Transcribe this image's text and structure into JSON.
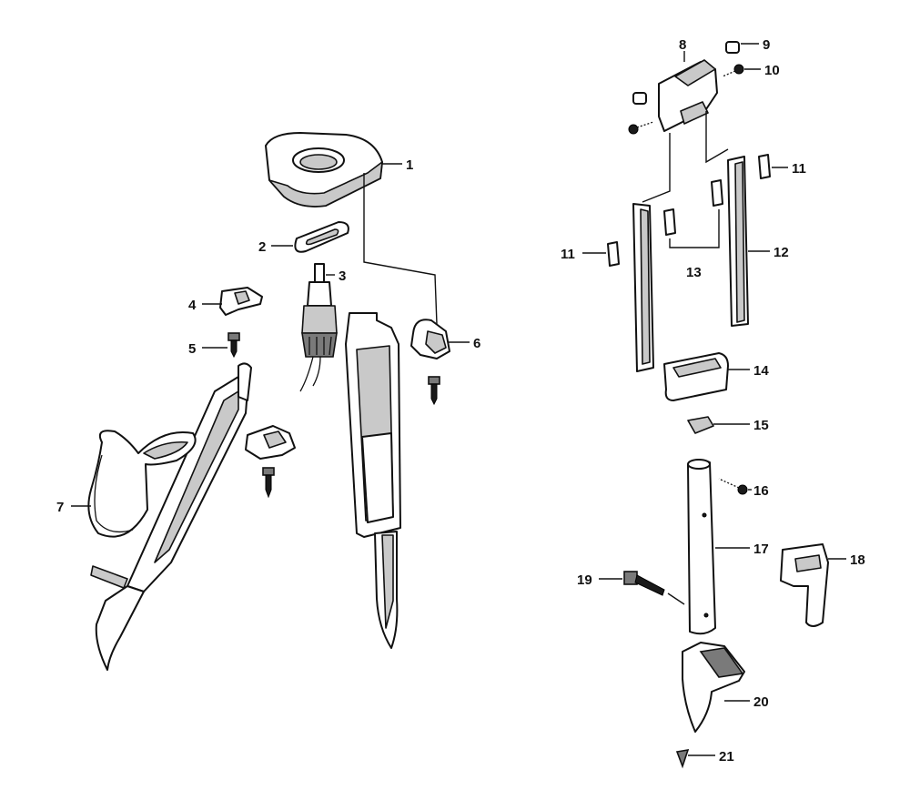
{
  "diagram": {
    "callouts": [
      "1",
      "2",
      "3",
      "4",
      "5",
      "6",
      "7",
      "8",
      "9",
      "10",
      "11",
      "11",
      "12",
      "13",
      "14",
      "15",
      "16",
      "17",
      "18",
      "19",
      "20",
      "21"
    ]
  }
}
